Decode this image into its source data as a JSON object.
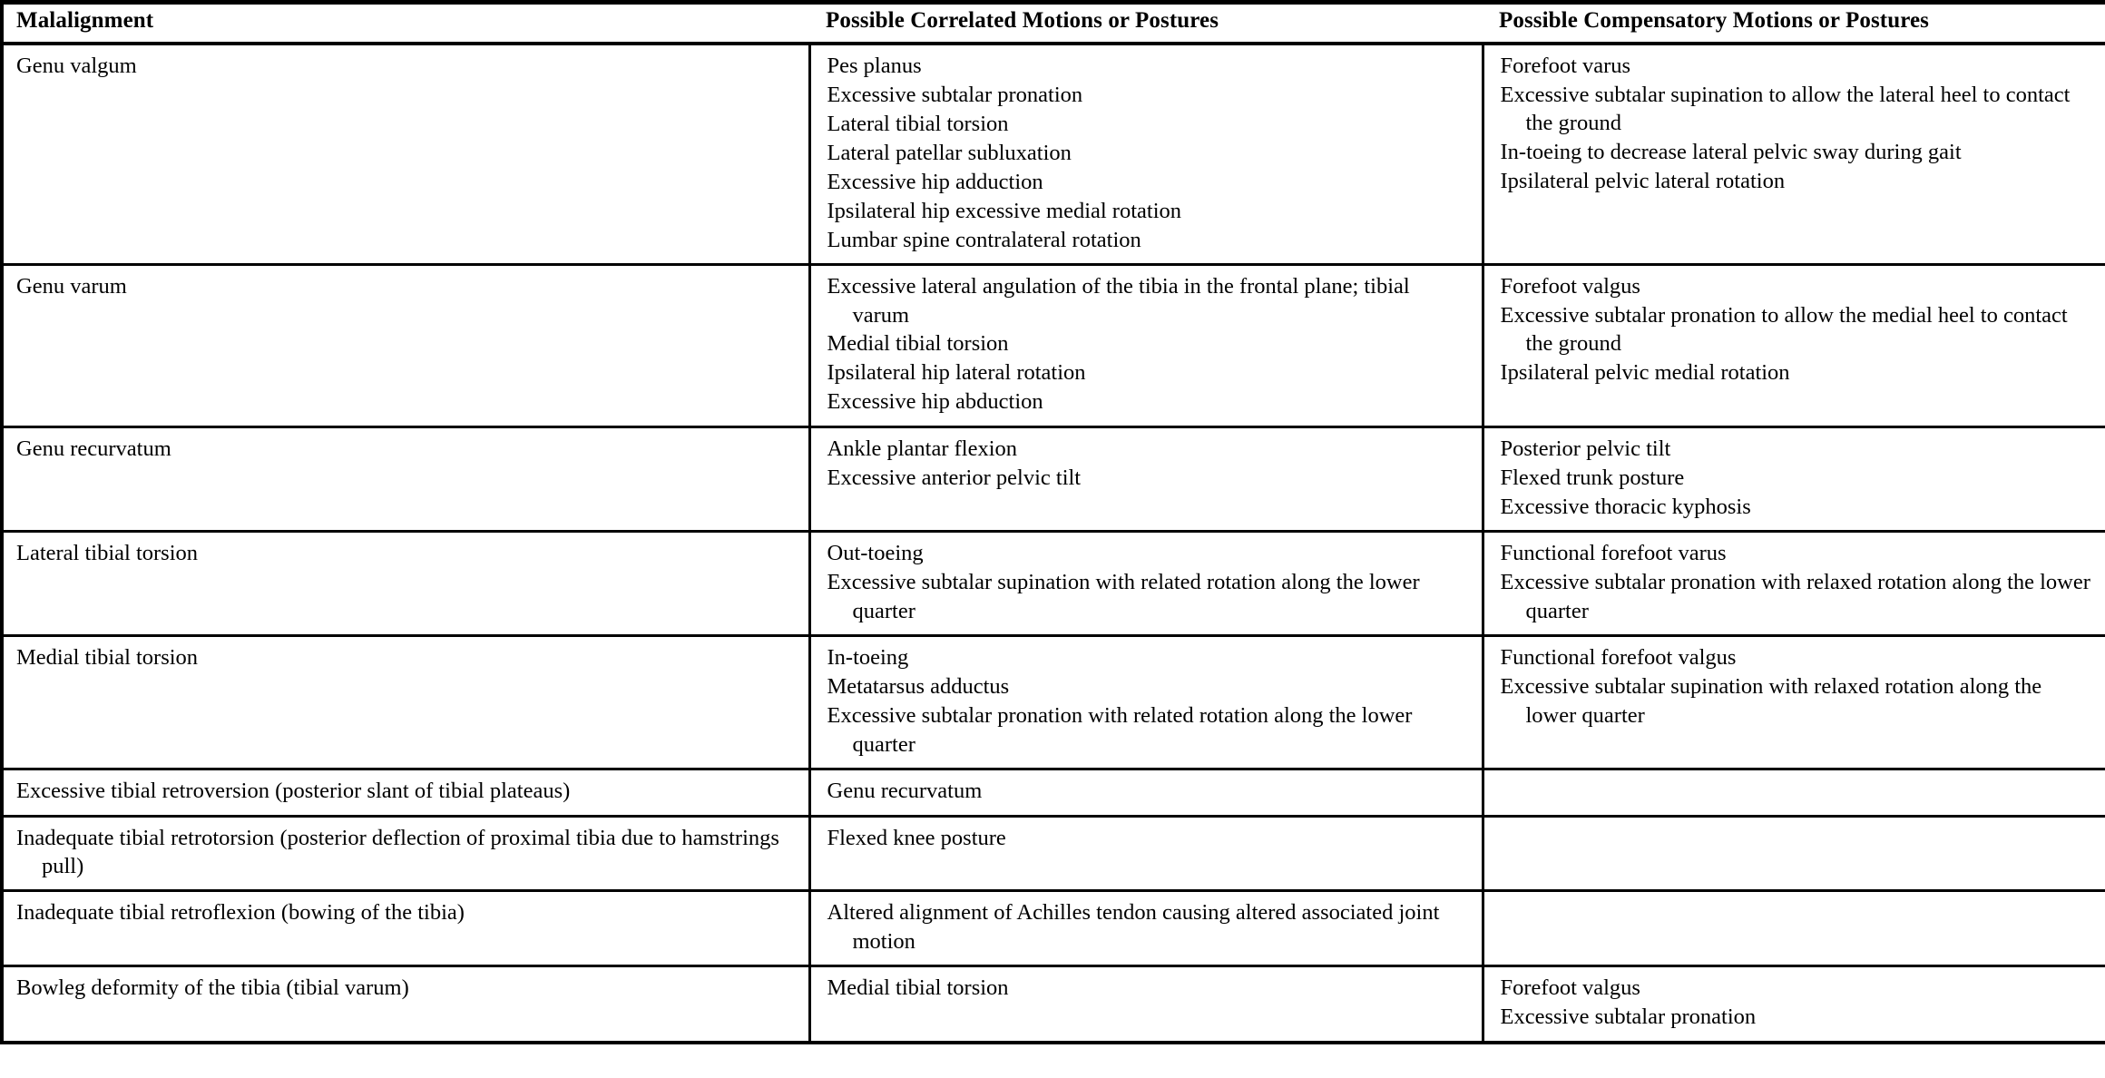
{
  "table": {
    "caption_columns": [
      "Malalignment",
      "Possible Correlated Motions or Postures",
      "Possible Compensatory Motions or Postures"
    ],
    "rows": [
      {
        "malalignment": "Genu valgum",
        "correlated": [
          "Pes planus",
          "Excessive subtalar pronation",
          "Lateral tibial torsion",
          "Lateral patellar subluxation",
          "Excessive hip adduction",
          "Ipsilateral hip excessive medial rotation",
          "Lumbar spine contralateral rotation"
        ],
        "compensatory": [
          "Forefoot varus",
          "Excessive subtalar supination to allow the lateral heel to contact the ground",
          "In-toeing to decrease lateral pelvic sway during gait",
          "Ipsilateral pelvic lateral rotation"
        ]
      },
      {
        "malalignment": "Genu varum",
        "correlated": [
          "Excessive lateral angulation of the tibia in the frontal plane; tibial varum",
          "Medial tibial torsion",
          "Ipsilateral hip lateral rotation",
          "Excessive hip abduction"
        ],
        "compensatory": [
          "Forefoot valgus",
          "Excessive subtalar pronation to allow the medial heel to contact the ground",
          "Ipsilateral pelvic medial rotation"
        ]
      },
      {
        "malalignment": "Genu recurvatum",
        "correlated": [
          "Ankle plantar flexion",
          "Excessive anterior pelvic tilt"
        ],
        "compensatory": [
          "Posterior pelvic tilt",
          "Flexed trunk posture",
          "Excessive thoracic kyphosis"
        ]
      },
      {
        "malalignment": "Lateral tibial torsion",
        "correlated": [
          "Out-toeing",
          "Excessive subtalar supination with related rotation along the lower quarter"
        ],
        "compensatory": [
          "Functional forefoot varus",
          "Excessive subtalar pronation with relaxed rotation along the lower quarter"
        ]
      },
      {
        "malalignment": "Medial tibial torsion",
        "correlated": [
          "In-toeing",
          "Metatarsus adductus",
          "Excessive subtalar pronation with related rotation along the lower quarter"
        ],
        "compensatory": [
          "Functional forefoot valgus",
          "Excessive subtalar supination with relaxed rotation along the lower quarter"
        ]
      },
      {
        "malalignment": "Excessive tibial retroversion (posterior slant of tibial plateaus)",
        "correlated": [
          "Genu recurvatum"
        ],
        "compensatory": []
      },
      {
        "malalignment": "Inadequate tibial retrotorsion (posterior deflection of proximal tibia due to hamstrings pull)",
        "correlated": [
          "Flexed knee posture"
        ],
        "compensatory": []
      },
      {
        "malalignment": "Inadequate tibial retroflexion (bowing of the tibia)",
        "correlated": [
          "Altered alignment of Achilles tendon causing altered associated joint motion"
        ],
        "compensatory": []
      },
      {
        "malalignment": "Bowleg deformity of the tibia (tibial varum)",
        "correlated": [
          "Medial tibial torsion"
        ],
        "compensatory": [
          "Forefoot valgus",
          "Excessive subtalar pronation"
        ]
      }
    ]
  },
  "style": {
    "text_color": "#000000",
    "background_color": "#ffffff",
    "border_color": "#000000"
  }
}
